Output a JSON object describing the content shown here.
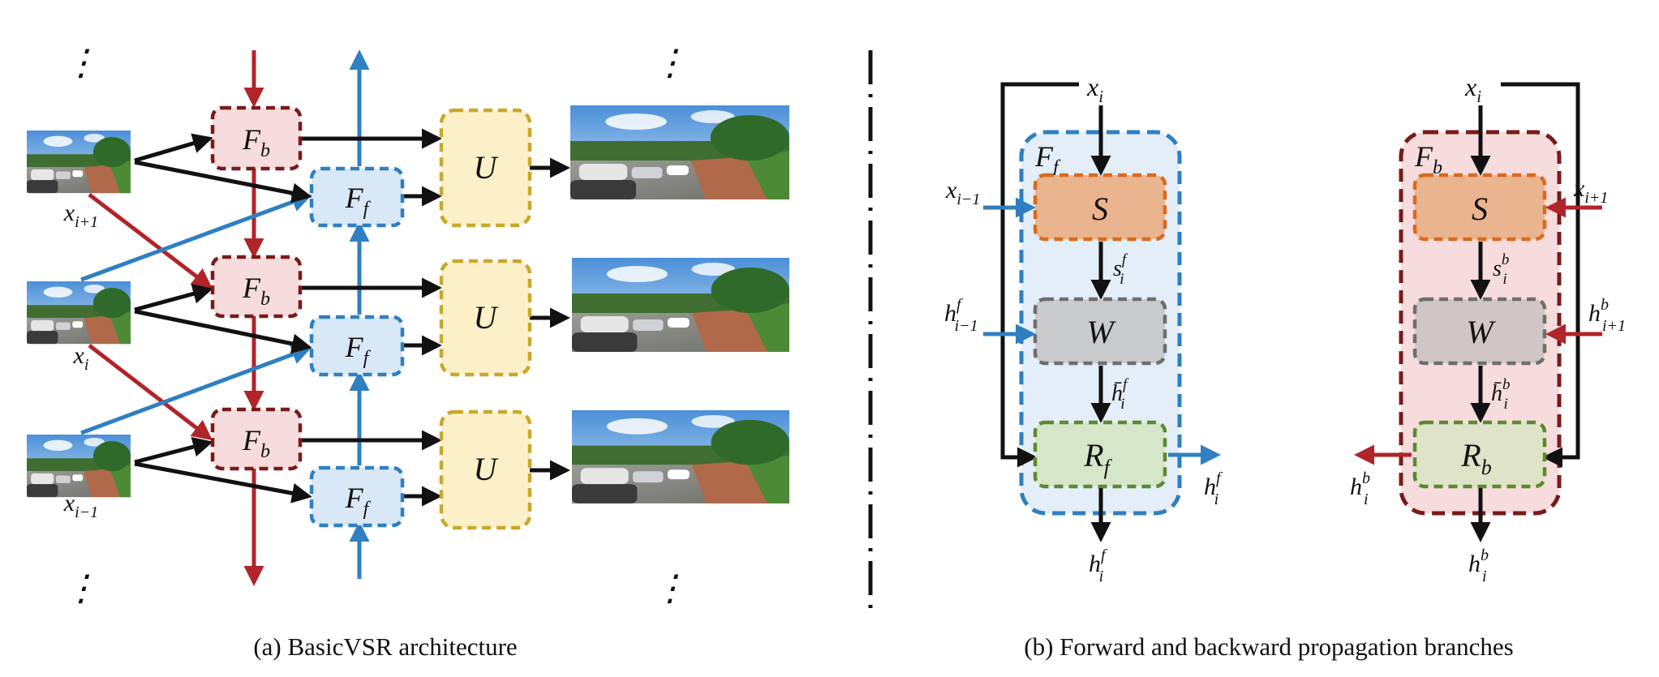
{
  "captions": {
    "a": "(a) BasicVSR architecture",
    "b": "(b) Forward and backward propagation branches"
  },
  "panel_a": {
    "input_labels": {
      "top": {
        "main": "x",
        "sub": "i+1"
      },
      "mid": {
        "main": "x",
        "sub": "i"
      },
      "bot": {
        "main": "x",
        "sub": "i−1"
      }
    },
    "backward_block": {
      "main": "F",
      "sub": "b"
    },
    "forward_block": {
      "main": "F",
      "sub": "f"
    },
    "upsample_block": "U",
    "ellipsis": "⋮"
  },
  "panel_b": {
    "forward_branch": {
      "container_label": {
        "main": "F",
        "sub": "f"
      },
      "input_x": {
        "main": "x",
        "sub": "i"
      },
      "input_prev_x": {
        "main": "x",
        "sub": "i−1"
      },
      "input_prev_h": {
        "main": "h",
        "sup": "f",
        "sub": "i−1"
      },
      "blocks": {
        "S": "S",
        "W": "W",
        "R": {
          "main": "R",
          "sub": "f"
        }
      },
      "flow_s": {
        "main": "s",
        "sup": "f",
        "sub": "i"
      },
      "flow_h": {
        "main": "h̄",
        "sup": "f",
        "sub": "i"
      },
      "out_side": {
        "main": "h",
        "sup": "f",
        "sub": "i"
      },
      "out_bottom": {
        "main": "h",
        "sup": "f",
        "sub": "i"
      }
    },
    "backward_branch": {
      "container_label": {
        "main": "F",
        "sub": "b"
      },
      "input_x": {
        "main": "x",
        "sub": "i"
      },
      "input_next_x": {
        "main": "x",
        "sub": "i+1"
      },
      "input_next_h": {
        "main": "h",
        "sup": "b",
        "sub": "i+1"
      },
      "blocks": {
        "S": "S",
        "W": "W",
        "R": {
          "main": "R",
          "sub": "b"
        }
      },
      "flow_s": {
        "main": "s",
        "sup": "b",
        "sub": "i"
      },
      "flow_h": {
        "main": "h̄",
        "sup": "b",
        "sub": "i"
      },
      "out_side": {
        "main": "h",
        "sup": "b",
        "sub": "i"
      },
      "out_bottom": {
        "main": "h",
        "sup": "b",
        "sub": "i"
      }
    }
  },
  "colors": {
    "red": "#b0242a",
    "blue": "#2f7fc1",
    "black": "#111111",
    "backward_fill": "#f6dcdc",
    "backward_border": "#7a1a1a",
    "forward_fill": "#d9e8f6",
    "forward_border": "#2f7fc1",
    "upsample_fill": "#fbf0c8",
    "upsample_border": "#c9a82a",
    "S_fill": "#e9b48e",
    "S_border": "#d96a1f",
    "W_fill": "#c9cbcd",
    "W_border": "#6e6e6e",
    "R_fill": "#d6e6c9",
    "R_border": "#5a8a2e"
  }
}
